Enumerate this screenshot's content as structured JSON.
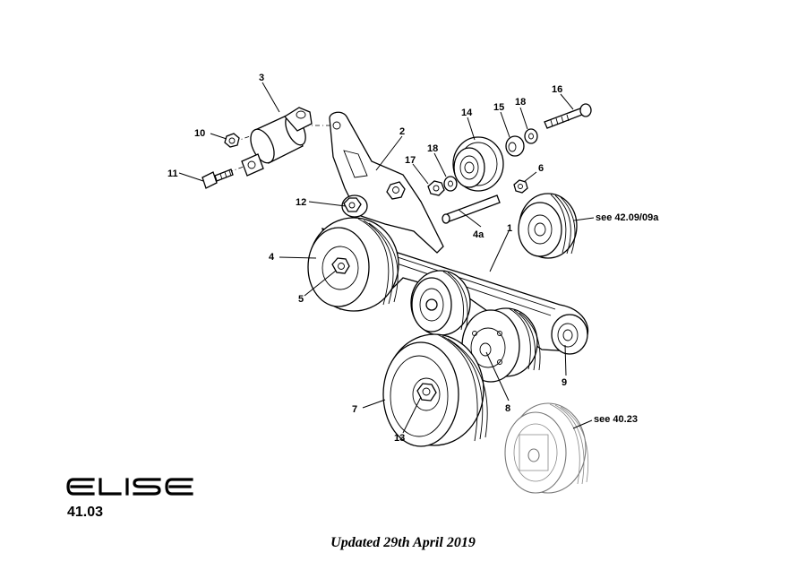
{
  "callouts": {
    "c1": "1",
    "c2": "2",
    "c3": "3",
    "c4": "4",
    "c4a": "4a",
    "c5": "5",
    "c6": "6",
    "c7": "7",
    "c8": "8",
    "c9": "9",
    "c10": "10",
    "c11": "11",
    "c12": "12",
    "c13": "13",
    "c14": "14",
    "c15": "15",
    "c16": "16",
    "c17": "17",
    "c18a": "18",
    "c18b": "18"
  },
  "references": {
    "ref_pulley": "see 42.09/09a",
    "ref_crank": "see 40.23"
  },
  "footer": {
    "brand": "ELISE",
    "section": "41.03",
    "updated": "Updated 29th April 2019"
  }
}
